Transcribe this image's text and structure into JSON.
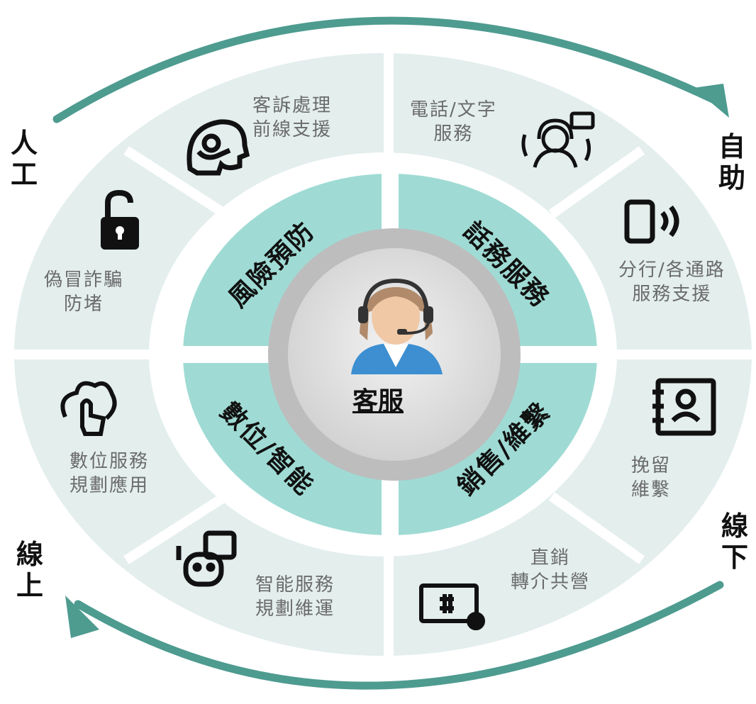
{
  "center": {
    "label": "客服",
    "icon": "agent-headset-icon"
  },
  "sides": {
    "left_top": "人\n工",
    "right_top": "自\n助",
    "right_bottom": "線\n下",
    "left_bottom": "線\n上"
  },
  "core": {
    "top_left": "風險預防",
    "top_right": "話務服務",
    "bottom_left": "數位/智能",
    "bottom_right": "銷售/維繫"
  },
  "services": [
    {
      "label": "客訴處理\n前線支援",
      "icon": "head-headset-icon"
    },
    {
      "label": "電話/文字\n服務",
      "icon": "support-agent-icon"
    },
    {
      "label": "分行/各通路\n服務支援",
      "icon": "phone-signal-icon"
    },
    {
      "label": "挽留\n維繫",
      "icon": "contact-book-icon"
    },
    {
      "label": "直銷\n轉介共營",
      "icon": "command-gear-icon"
    },
    {
      "label": "智能服務\n規劃維運",
      "icon": "chatbot-icon"
    },
    {
      "label": "數位服務\n規劃應用",
      "icon": "cloud-touch-icon"
    },
    {
      "label": "偽冒詐騙\n防堵",
      "icon": "unlock-icon"
    }
  ],
  "colors": {
    "outer_ring": "#e3eeed",
    "core_ring": "#9fdbd4",
    "arrow": "#4e9b90",
    "center_disc": "#c9c9c9",
    "text_gray": "#6b6b6b"
  }
}
